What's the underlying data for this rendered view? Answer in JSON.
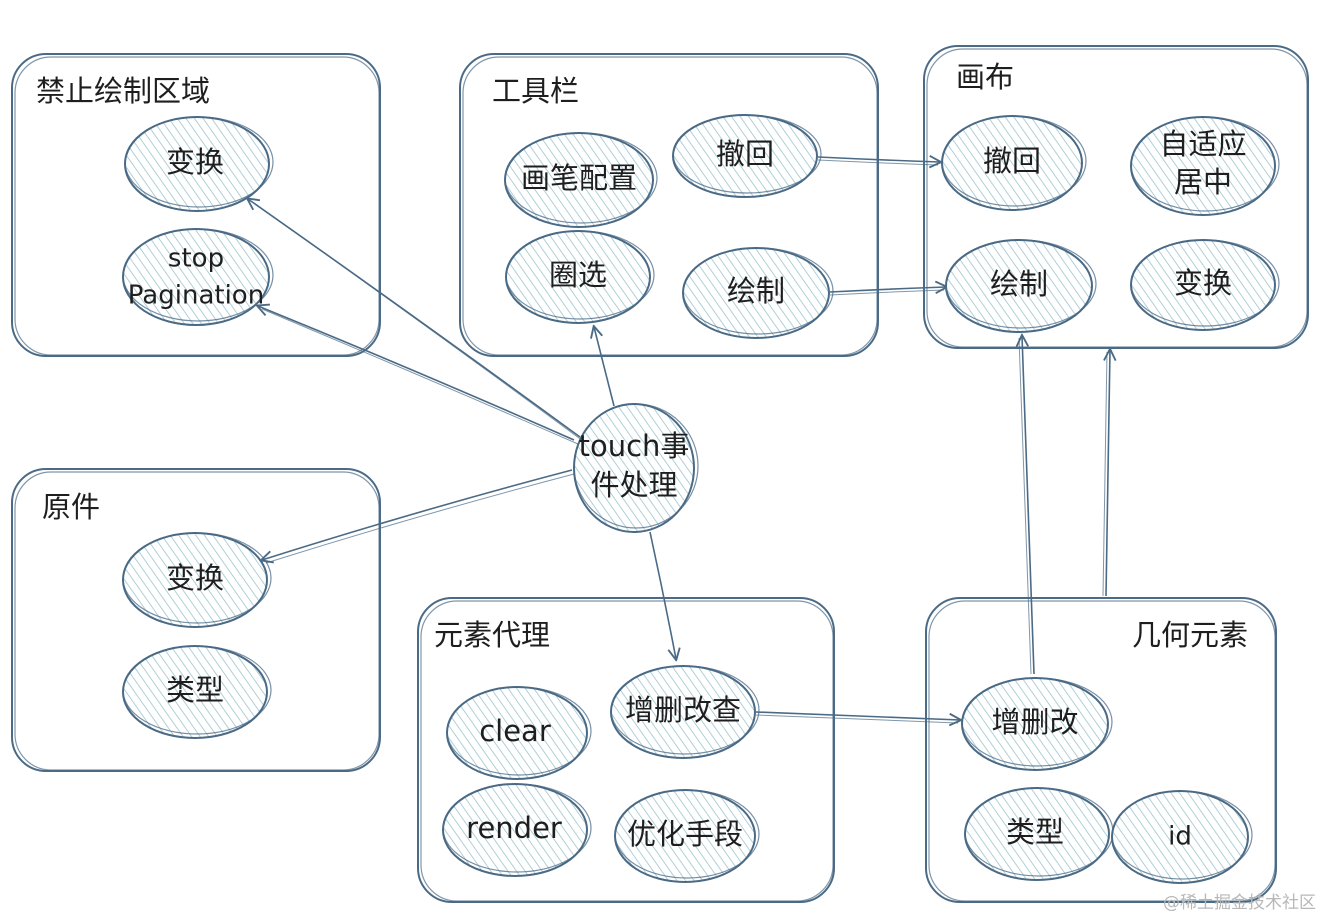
{
  "groups": {
    "forbidden": {
      "title": "禁止绘制区域",
      "transform": "变换",
      "stop_line1": "stop",
      "stop_line2": "Pagination"
    },
    "toolbar": {
      "title": "工具栏",
      "brush": "画笔配置",
      "undo": "撤回",
      "lasso": "圈选",
      "draw": "绘制"
    },
    "canvas": {
      "title": "画布",
      "undo": "撤回",
      "fit_line1": "自适应",
      "fit_line2": "居中",
      "draw": "绘制",
      "transform": "变换"
    },
    "original": {
      "title": "原件",
      "transform": "变换",
      "type": "类型"
    },
    "proxy": {
      "title": "元素代理",
      "crud": "增删改查",
      "clear": "clear",
      "render": "render",
      "optimize": "优化手段"
    },
    "geometry": {
      "title": "几何元素",
      "crud": "增删改",
      "type": "类型",
      "id": "id"
    }
  },
  "center": {
    "line1": "touch事",
    "line2": "件处理"
  },
  "watermark": "@稀土掘金技术社区",
  "colors": {
    "stroke": "#4a6a85",
    "hatch": "#9cc4cf",
    "text": "#1e1e1e"
  }
}
